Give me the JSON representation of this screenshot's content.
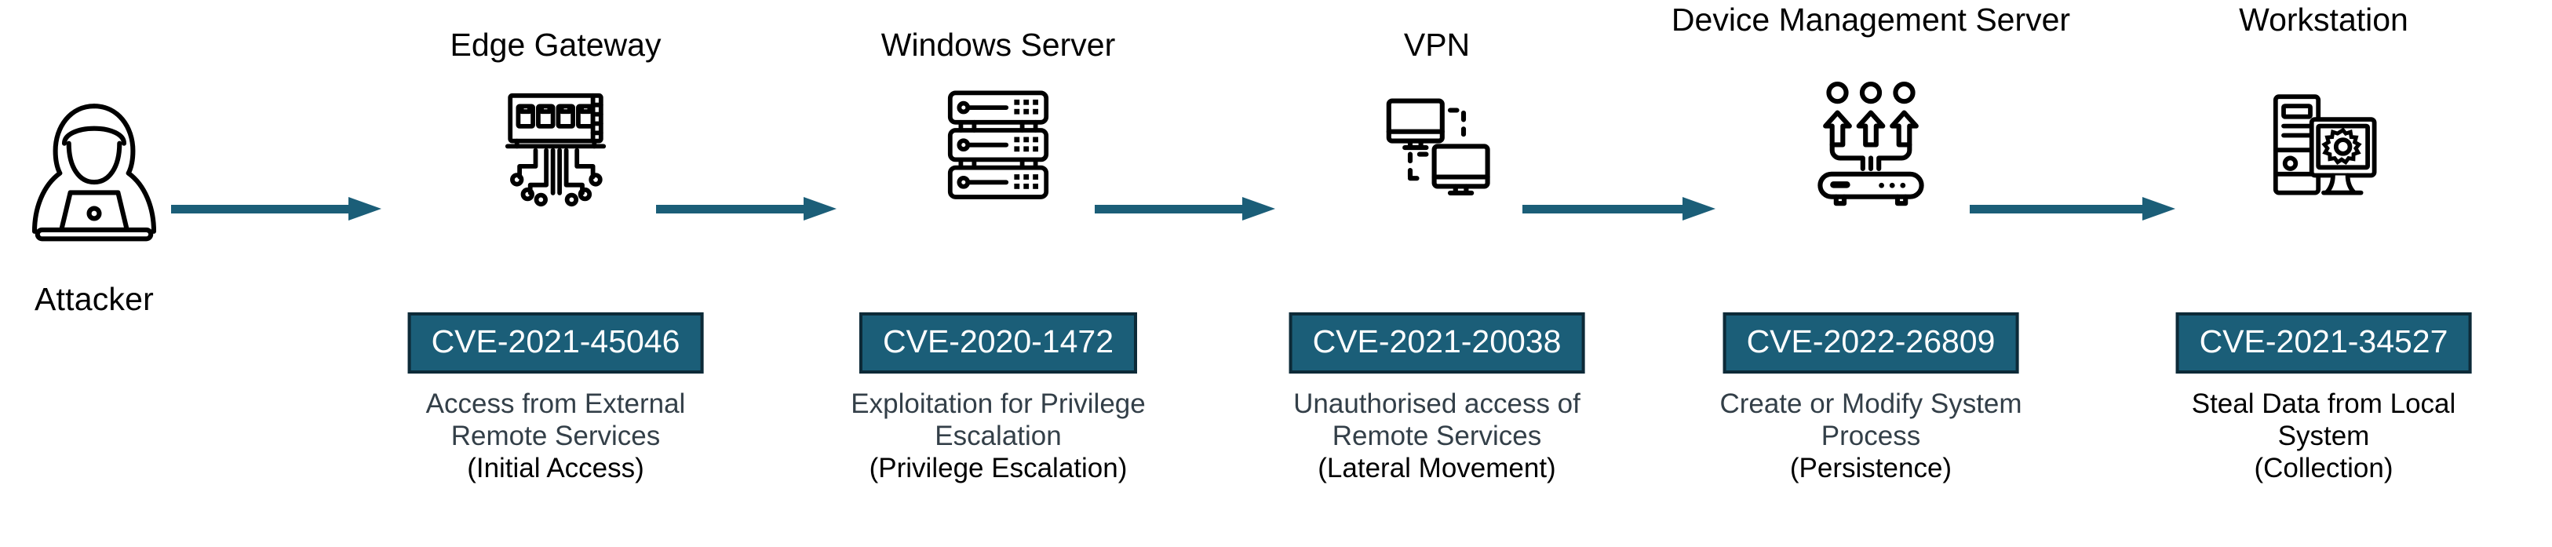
{
  "diagram": {
    "title_text": "",
    "accent_color": "#1b5e78",
    "badge_border_color": "#0d2a38",
    "technique_text_color": "#333f48",
    "tactic_text_color": "#000000"
  },
  "attacker": {
    "label": "Attacker",
    "icon": "hooded-attacker-laptop-icon"
  },
  "arrows": [
    {
      "name": "arrow-attacker-to-edge-gateway"
    },
    {
      "name": "arrow-edge-gateway-to-windows-server"
    },
    {
      "name": "arrow-windows-server-to-vpn"
    },
    {
      "name": "arrow-vpn-to-device-management-server"
    },
    {
      "name": "arrow-device-management-server-to-workstation"
    }
  ],
  "nodes": [
    {
      "id": "edge-gateway",
      "title": "Edge Gateway",
      "icon": "network-switch-circuit-icon",
      "cve": "CVE-2021-45046",
      "technique": "Access from External Remote Services",
      "tactic": "(Initial Access)"
    },
    {
      "id": "windows-server",
      "title": "Windows Server",
      "icon": "rack-server-icon",
      "cve": "CVE-2020-1472",
      "technique": "Exploitation for Privilege Escalation",
      "tactic": "(Privilege Escalation)"
    },
    {
      "id": "vpn",
      "title": "VPN",
      "icon": "two-monitors-dashed-link-icon",
      "cve": "CVE-2021-20038",
      "technique": "Unauthorised access of Remote Services",
      "tactic": "(Lateral Movement)"
    },
    {
      "id": "device-management-server",
      "title": "Device Management Server",
      "icon": "router-distribution-arrows-icon",
      "cve": "CVE-2022-26809",
      "technique": "Create or Modify System Process",
      "tactic": "(Persistence)"
    },
    {
      "id": "workstation",
      "title": "Workstation",
      "icon": "desktop-tower-monitor-gear-icon",
      "cve": "CVE-2021-34527",
      "technique": "Steal Data from Local System",
      "tactic": "(Collection)"
    }
  ]
}
